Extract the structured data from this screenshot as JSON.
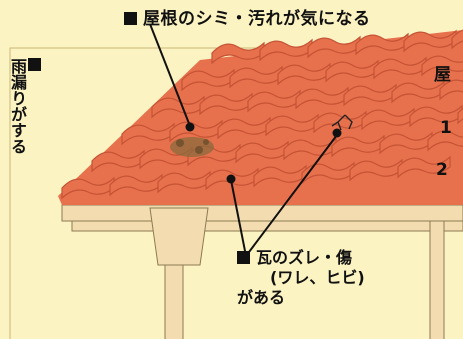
{
  "title": "屋根のシミ・汚れが気になる",
  "side_label": "雨漏りがする",
  "tile_label": {
    "line1": "瓦のズレ・傷",
    "line2": "(ワレ、ヒビ)",
    "line3": "がある"
  },
  "right_partial": {
    "heading": "屋",
    "item1": "1",
    "item2": "2"
  },
  "colors": {
    "background": "#fbf3c2",
    "tile": "#e8714d",
    "tile_edge": "#c55335",
    "wood": "#f3ddb0",
    "stain": "#8b6a3c"
  }
}
